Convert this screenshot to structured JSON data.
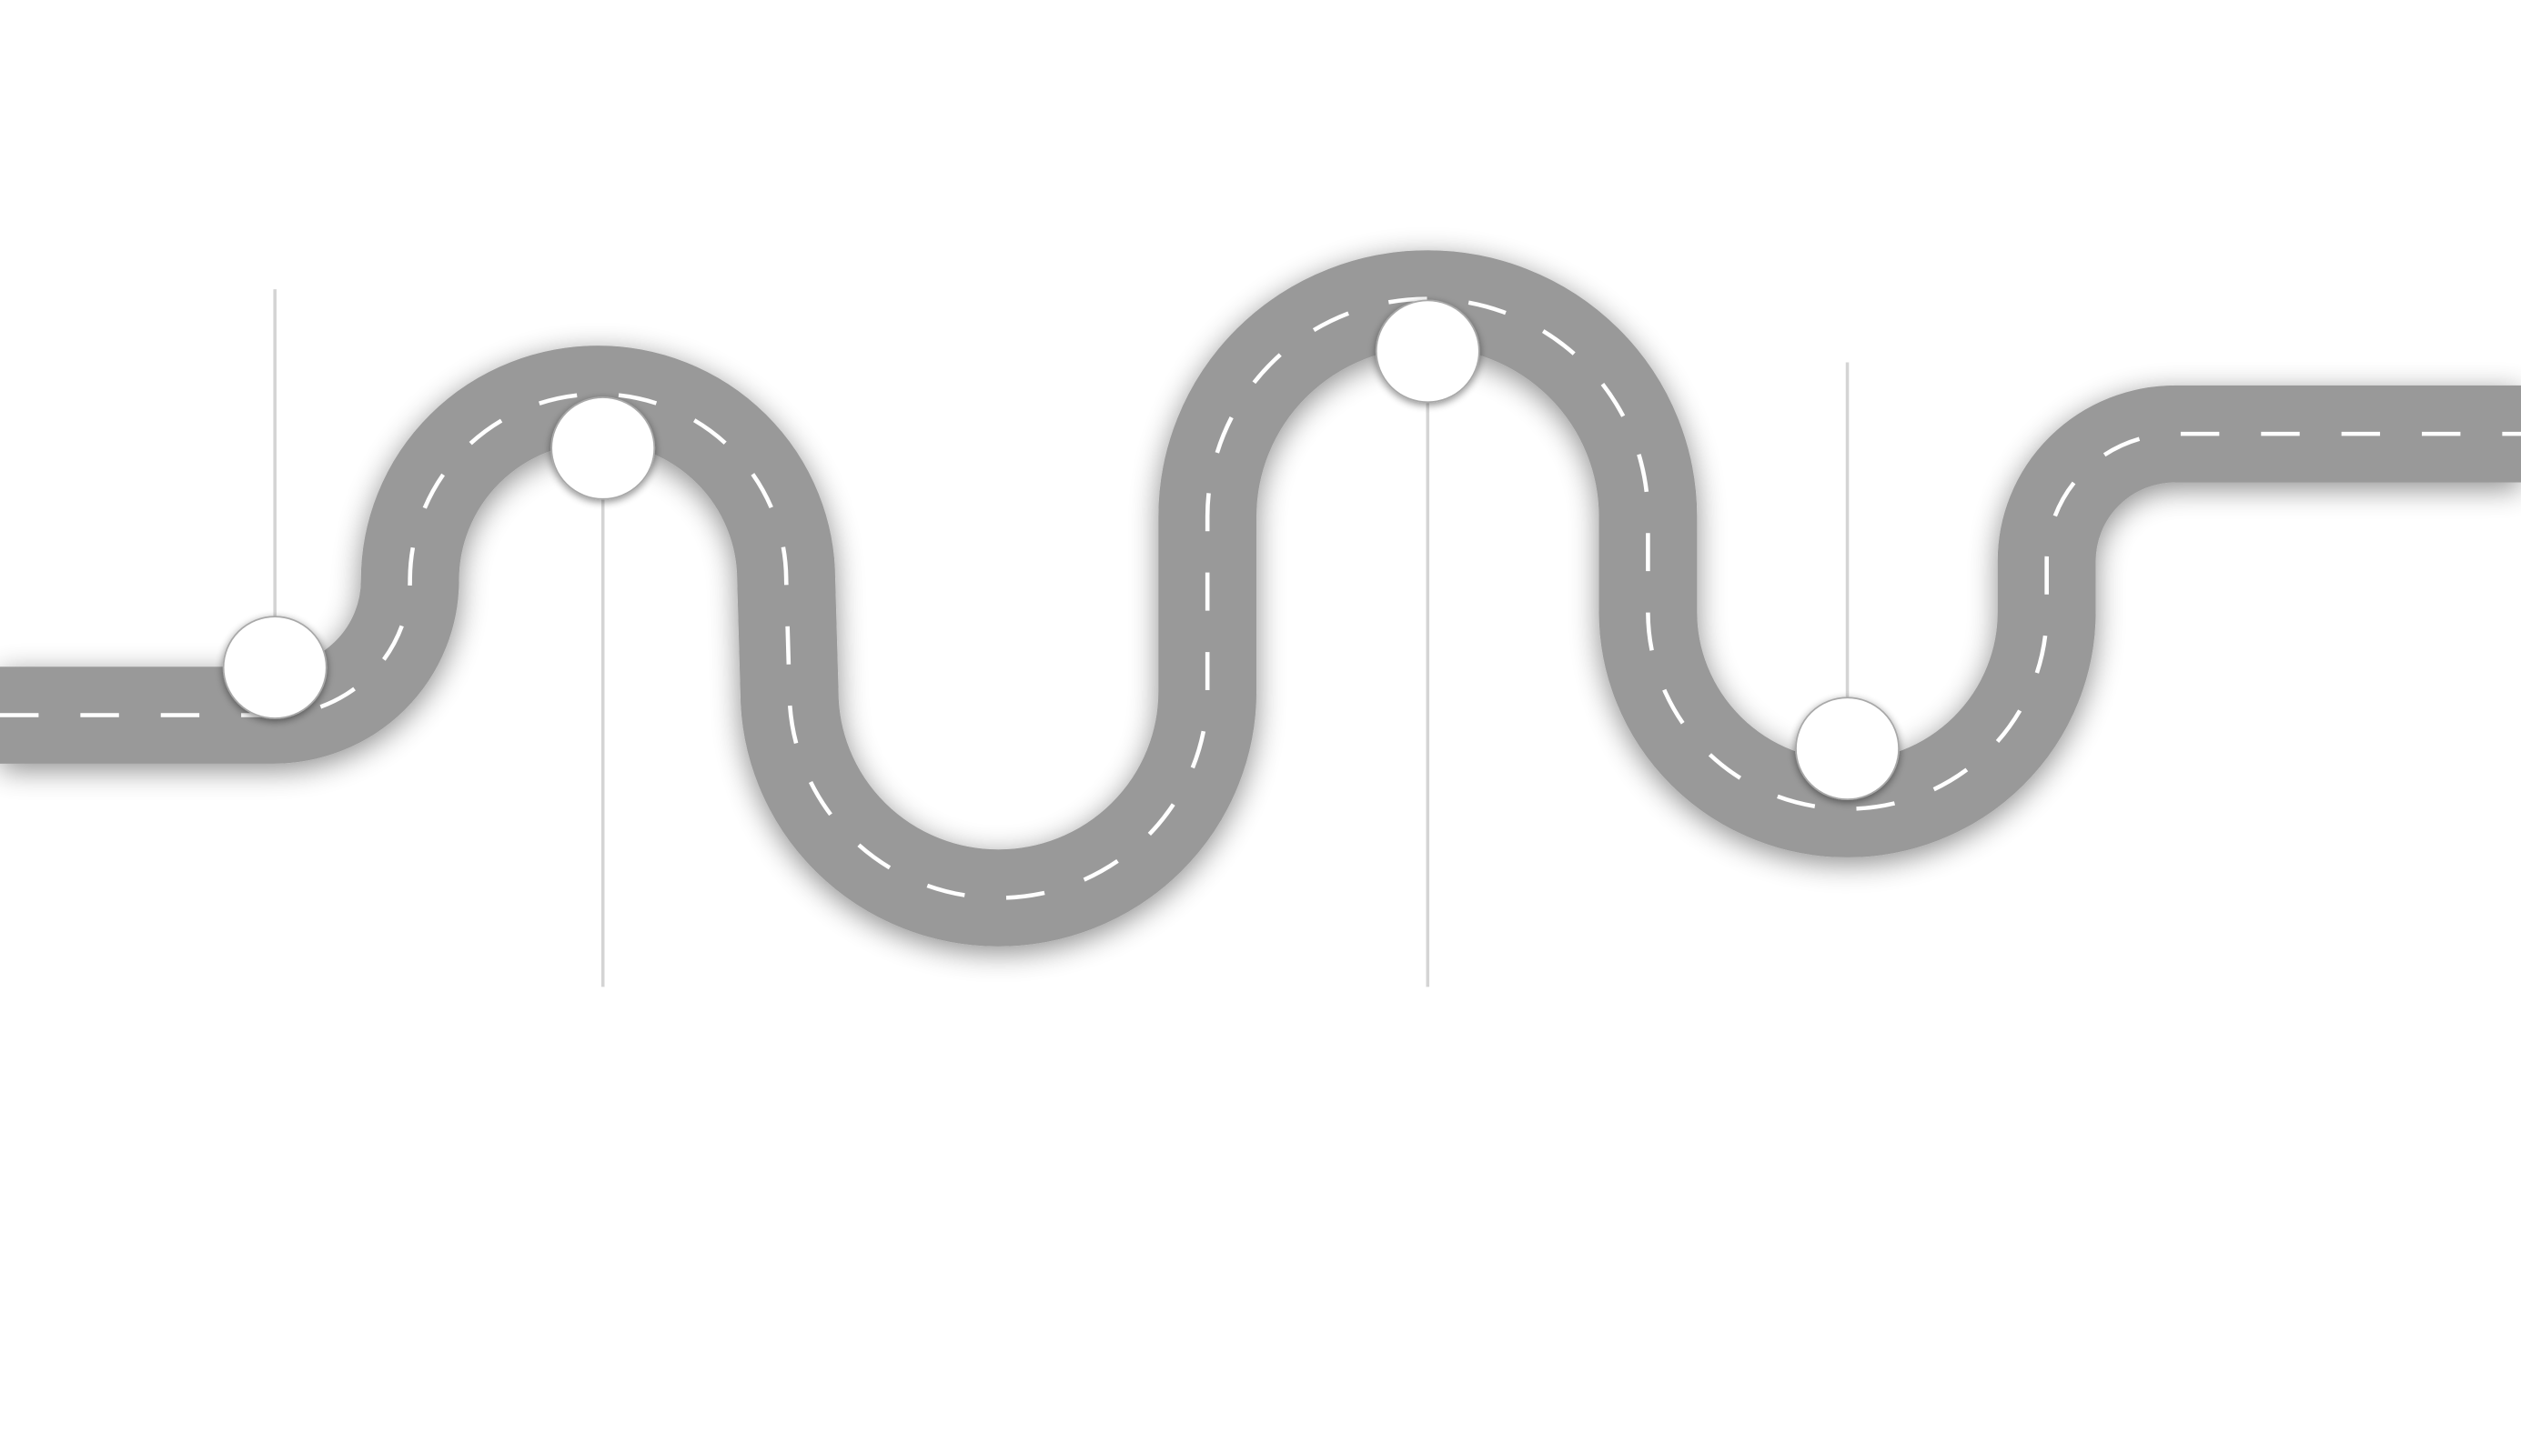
{
  "colors": {
    "background": "#ffffff",
    "road": "#999999",
    "lane_marking": "#ffffff",
    "connector_line": "#d4d4d4",
    "milestone_fill": "#ffffff",
    "milestone_stroke": "#a8a8a8",
    "shadow": "#000000"
  },
  "milestones": [
    {
      "id": "milestone-1",
      "connector_direction": "up"
    },
    {
      "id": "milestone-2",
      "connector_direction": "down"
    },
    {
      "id": "milestone-3",
      "connector_direction": "down"
    },
    {
      "id": "milestone-4",
      "connector_direction": "up"
    }
  ]
}
